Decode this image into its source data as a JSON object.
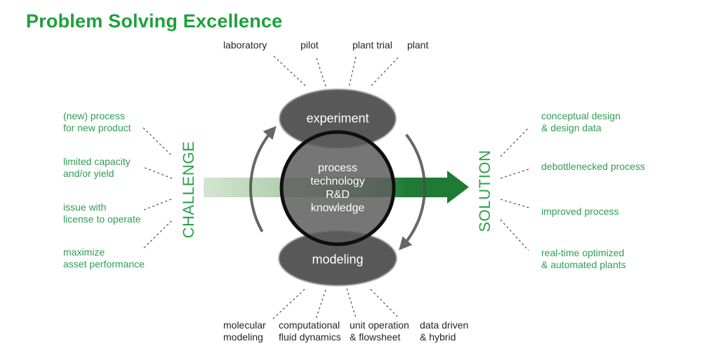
{
  "title": "Problem Solving Excellence",
  "colors": {
    "title_green": "#1ea03c",
    "label_green": "#2f9e52",
    "axis_green": "#2aa24c",
    "node_gray": "#595959",
    "hub_fill": "rgba(92,92,92,0.84)",
    "hub_ring": "#0f0f0f",
    "arrow_light": "#d4e5d1",
    "arrow_mid": "#a6caa5",
    "arrow_dark": "#1e7a34",
    "arc_gray": "#4d4d4d",
    "connector_gray": "#4a4a4a",
    "text_dark": "#262626",
    "node_text": "#ffffff"
  },
  "axes": {
    "left": "CHALLENGE",
    "right": "SOLUTION"
  },
  "nodes": {
    "top": "experiment",
    "bottom": "modeling",
    "center": "process\ntechnology\nR&D\nknowledge"
  },
  "experiment_methods": [
    "laboratory",
    "pilot",
    "plant trial",
    "plant"
  ],
  "modeling_methods": [
    "molecular\nmodeling",
    "computational\nfluid dynamics",
    "unit operation\n& flowsheet",
    "data driven\n& hybrid"
  ],
  "challenges": [
    "(new) process\nfor new product",
    "limited capacity\nand/or yield",
    "issue with\nlicense to operate",
    "maximize\nasset performance"
  ],
  "solutions": [
    "conceptual design\n& design data",
    "debottlenecked process",
    "improved process",
    "real-time optimized\n& automated plants"
  ]
}
